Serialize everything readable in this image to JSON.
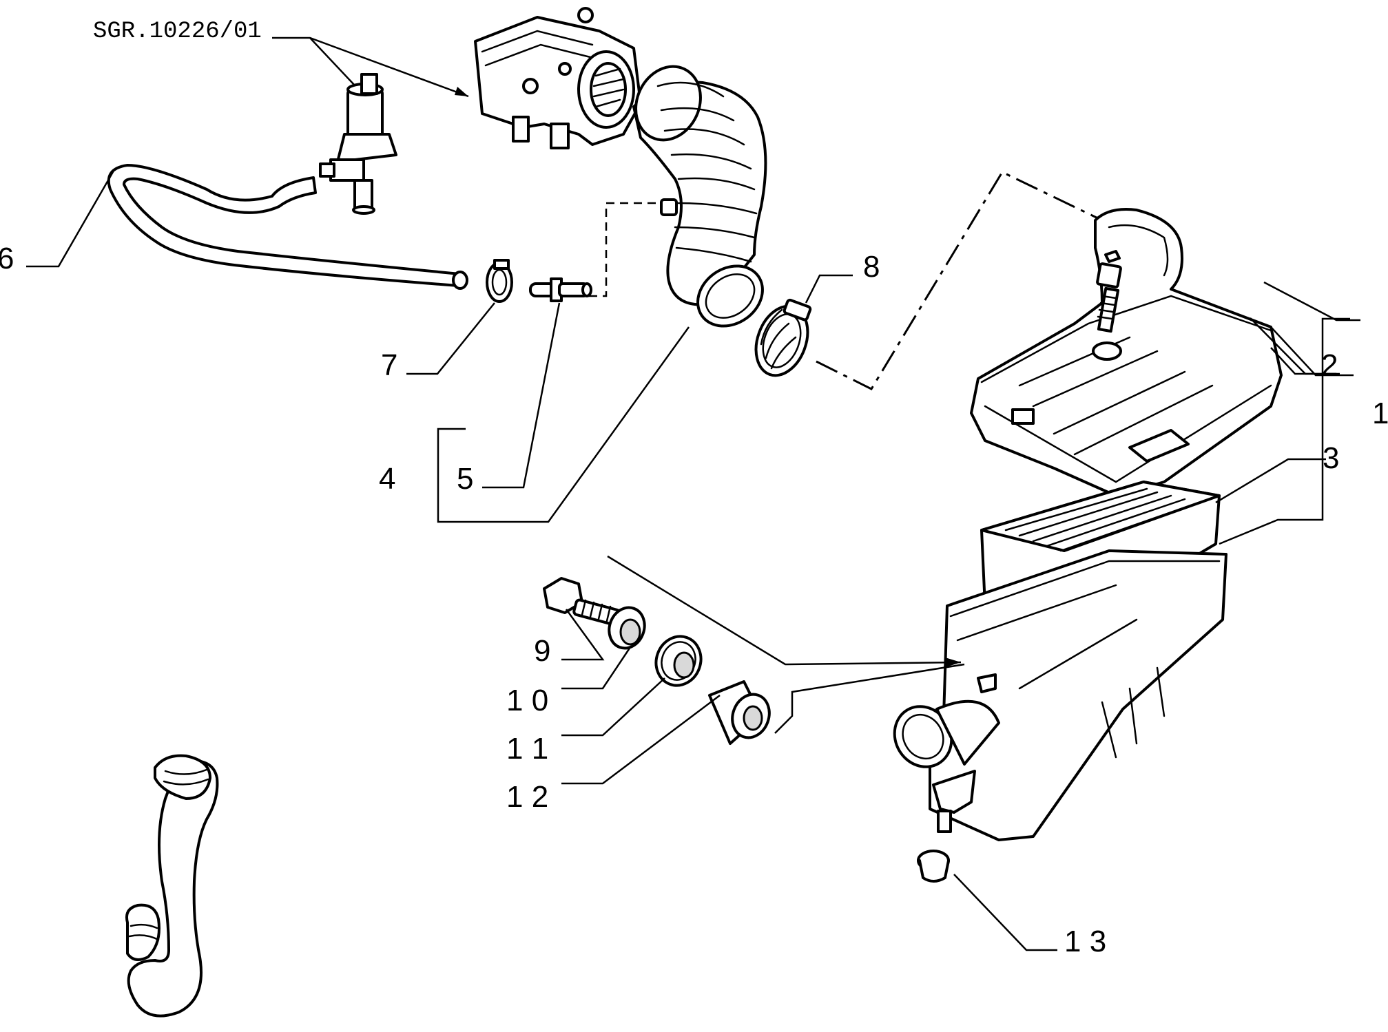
{
  "reference_code": "SGR.10226/01",
  "callouts": {
    "c1": "1",
    "c2": "2",
    "c3": "3",
    "c4": "4",
    "c5": "5",
    "c6": "6",
    "c7": "7",
    "c8": "8",
    "c9": "9",
    "c10": "1 0",
    "c11": "1 1",
    "c12": "1 2",
    "c13": "1 3"
  }
}
